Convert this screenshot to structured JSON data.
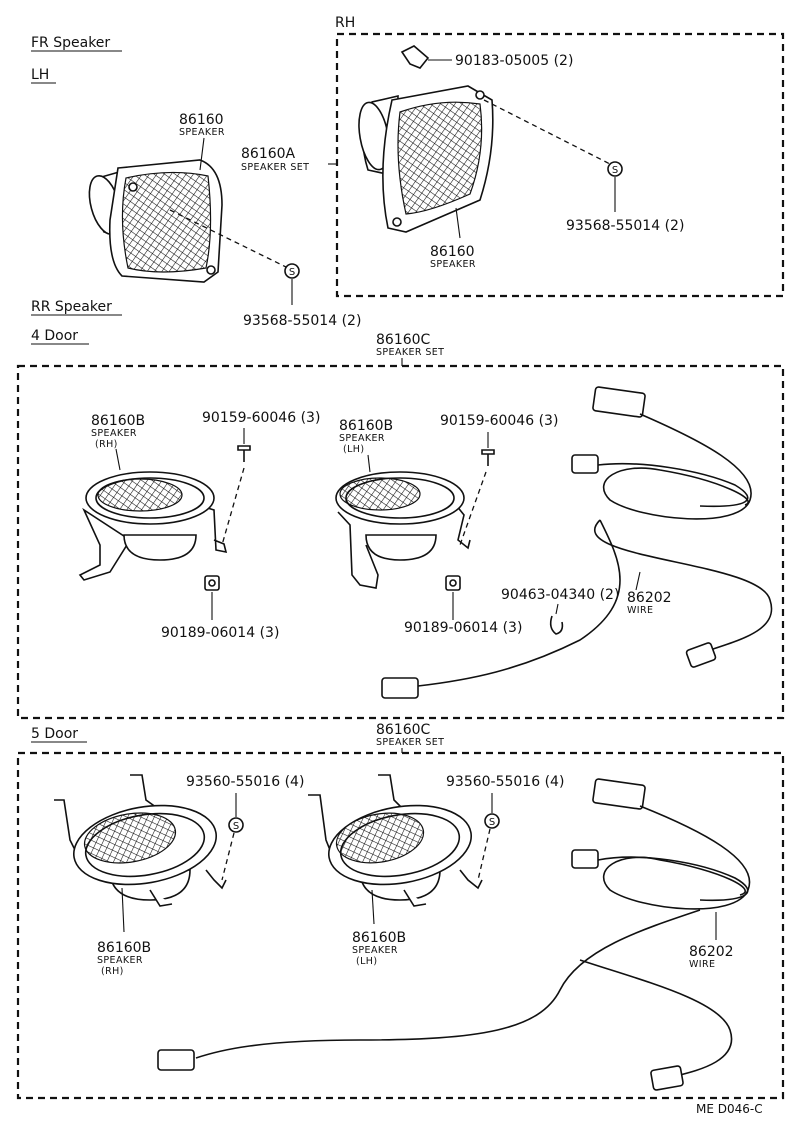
{
  "sections": {
    "fr_speaker": "FR Speaker",
    "lh": "LH",
    "rh": "RH",
    "rr_speaker": "RR Speaker",
    "four_door": "4 Door",
    "five_door": "5 Door"
  },
  "fr_lh": {
    "speaker_no": "86160",
    "speaker_cap": "SPEAKER",
    "set_no": "86160A",
    "set_cap": "SPEAKER SET",
    "screw_no": "93568-55014 (2)"
  },
  "fr_rh": {
    "clip_no": "90183-05005 (2)",
    "screw_no": "93568-55014 (2)",
    "speaker_no": "86160",
    "speaker_cap": "SPEAKER"
  },
  "rr_4door": {
    "set_no": "86160C",
    "set_cap": "SPEAKER SET",
    "rh_no": "86160B",
    "rh_cap": "SPEAKER",
    "rh_side": "(RH)",
    "rh_screw": "90159-60046 (3)",
    "rh_nut": "90189-06014 (3)",
    "lh_no": "86160B",
    "lh_cap": "SPEAKER",
    "lh_side": "(LH)",
    "lh_screw": "90159-60046 (3)",
    "lh_nut": "90189-06014 (3)",
    "clamp_no": "90463-04340 (2)",
    "wire_no": "86202",
    "wire_cap": "WIRE"
  },
  "rr_5door": {
    "set_no": "86160C",
    "set_cap": "SPEAKER SET",
    "rh_screw": "93560-55016 (4)",
    "lh_screw": "93560-55016 (4)",
    "rh_no": "86160B",
    "rh_cap": "SPEAKER",
    "rh_side": "(RH)",
    "lh_no": "86160B",
    "lh_cap": "SPEAKER",
    "lh_side": "(LH)",
    "wire_no": "86202",
    "wire_cap": "WIRE"
  },
  "ref_code": "ME D046-C",
  "symbols": {
    "screw_mark": "S"
  }
}
